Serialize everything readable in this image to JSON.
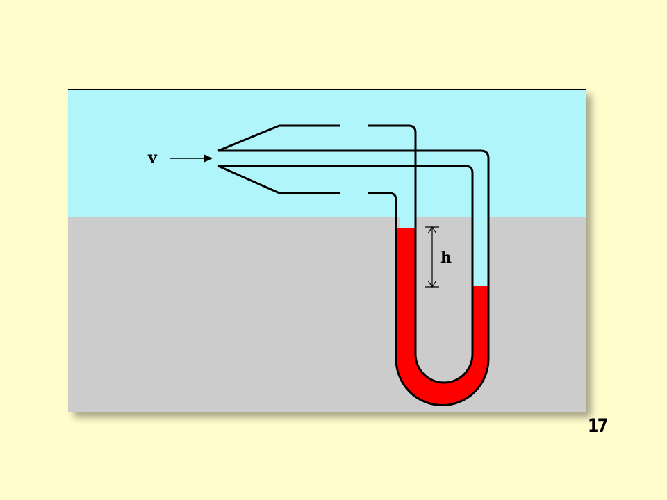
{
  "diagram": {
    "velocity_label": "v",
    "height_label": "h",
    "colors": {
      "air": "#AFF5FA",
      "background_region": "#CCCCCC",
      "manometer_liquid": "#FF0000",
      "slide_background": "#FFFDCC",
      "outline": "#000000"
    }
  },
  "slide": {
    "page_number": "17"
  }
}
